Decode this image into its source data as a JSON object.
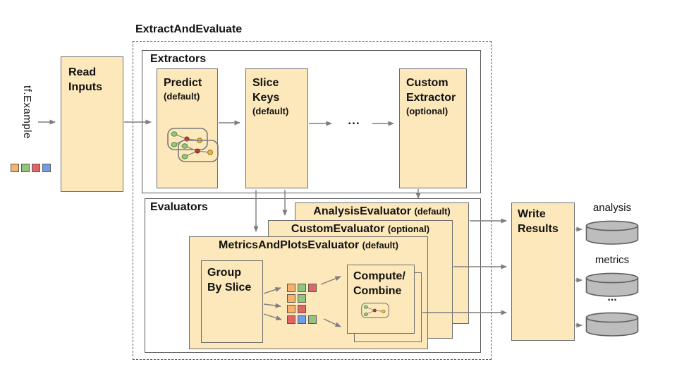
{
  "diagram_title": "ExtractAndEvaluate",
  "input": {
    "label": "tf.Example",
    "squares": [
      "orange",
      "green",
      "red",
      "blue"
    ]
  },
  "sections": {
    "extractors": "Extractors",
    "evaluators": "Evaluators"
  },
  "nodes": {
    "read_inputs": {
      "line1": "Read",
      "line2": "Inputs"
    },
    "predict": {
      "name": "Predict",
      "qualifier": "(default)"
    },
    "slice_keys": {
      "name1": "Slice",
      "name2": "Keys",
      "qualifier": "(default)"
    },
    "custom_extractor": {
      "name1": "Custom",
      "name2": "Extractor",
      "qualifier": "(optional)"
    },
    "group_by_slice": {
      "line1": "Group",
      "line2": "By Slice"
    },
    "compute_combine": {
      "line1": "Compute/",
      "line2": "Combine"
    },
    "write_results": {
      "line1": "Write",
      "line2": "Results"
    }
  },
  "extractor_ellipsis": "...",
  "evaluators": [
    {
      "name": "AnalysisEvaluator",
      "qualifier": "(default)"
    },
    {
      "name": "CustomEvaluator",
      "qualifier": "(optional)"
    },
    {
      "name": "MetricsAndPlotsEvaluator",
      "qualifier": "(default)"
    }
  ],
  "slice_rows": [
    [
      "orange",
      "green",
      "red"
    ],
    [
      "orange",
      "green"
    ],
    [
      "orange",
      "red"
    ],
    [
      "red",
      "blue",
      "green"
    ]
  ],
  "outputs": {
    "first": "analysis",
    "second": "metrics",
    "ellipsis": "..."
  },
  "colors": {
    "box_fill": "#fce8ba",
    "box_border": "#6e6e6e",
    "container_border": "#595959",
    "arrow": "#7d7d7d",
    "cylinder_fill": "#bdbdbd",
    "cylinder_border": "#5f5f5f",
    "square_orange": "#f6b26b",
    "square_green": "#93c47d",
    "square_red": "#e06666",
    "square_blue": "#6d9eeb",
    "node_green": "#93c47d",
    "node_red": "#c0392b",
    "node_yellow": "#e9b949"
  }
}
